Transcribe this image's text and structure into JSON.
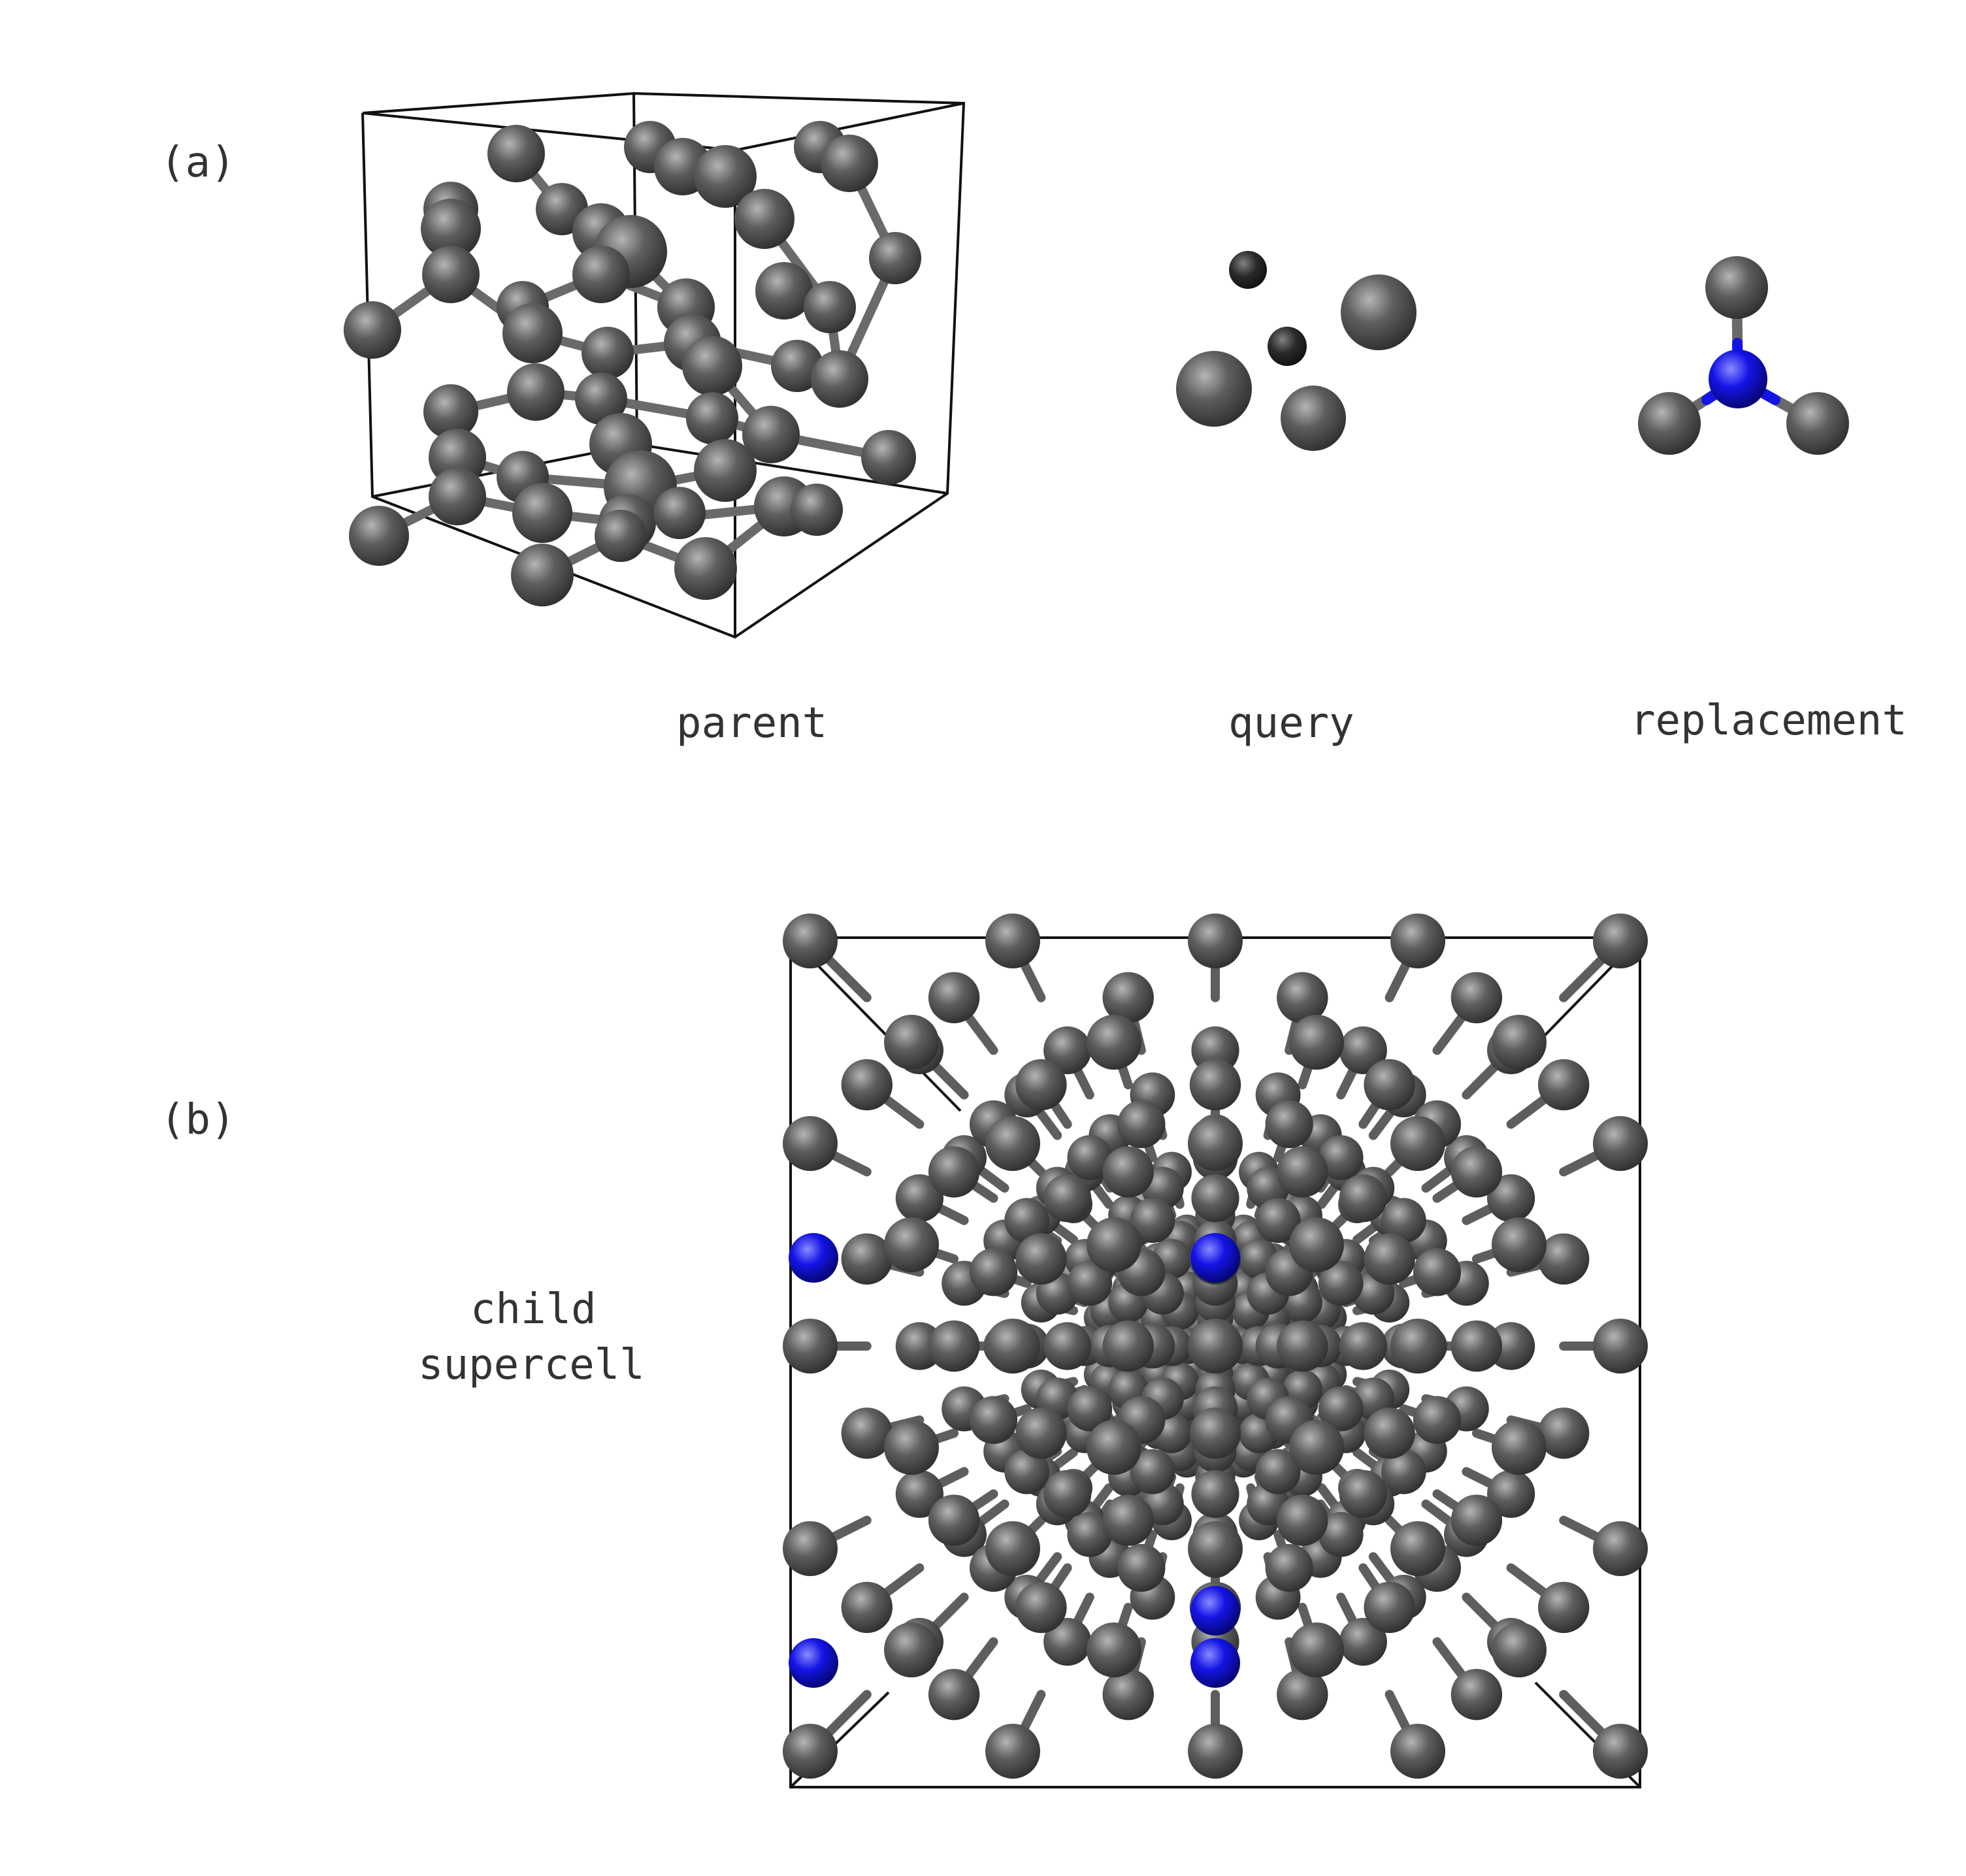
{
  "panel_a": {
    "label": "(a)",
    "parent_label": "parent",
    "query_label": "query",
    "replacement_label": "replacement"
  },
  "panel_b": {
    "label": "(b)",
    "child_label_line1": "child",
    "child_label_line2": "supercell"
  },
  "colors": {
    "carbon_atom": "#555555",
    "substituted_atom": "#1010e0",
    "bond": "#6a6a6a",
    "cell_edge": "#111111"
  }
}
